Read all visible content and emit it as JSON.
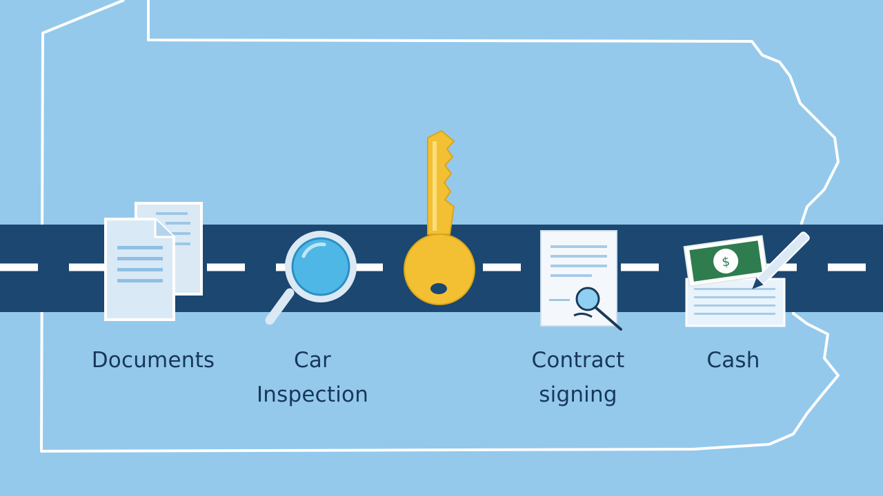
{
  "colors": {
    "background": "#94c9ec",
    "road": "#1b4770",
    "road_dash": "#ffffff",
    "outline": "#ffffff",
    "key": "#f2c032",
    "text": "#17375a",
    "cash": "#2f7d4f"
  },
  "steps": [
    {
      "icon": "documents-icon",
      "lines": [
        "Documents"
      ]
    },
    {
      "icon": "magnifier-icon",
      "lines": [
        "Car",
        "Inspection"
      ]
    },
    {
      "icon": "key-icon",
      "lines": []
    },
    {
      "icon": "contract-icon",
      "lines": [
        "Contract",
        "signing"
      ]
    },
    {
      "icon": "cash-icon",
      "lines": [
        "Cash"
      ]
    }
  ]
}
